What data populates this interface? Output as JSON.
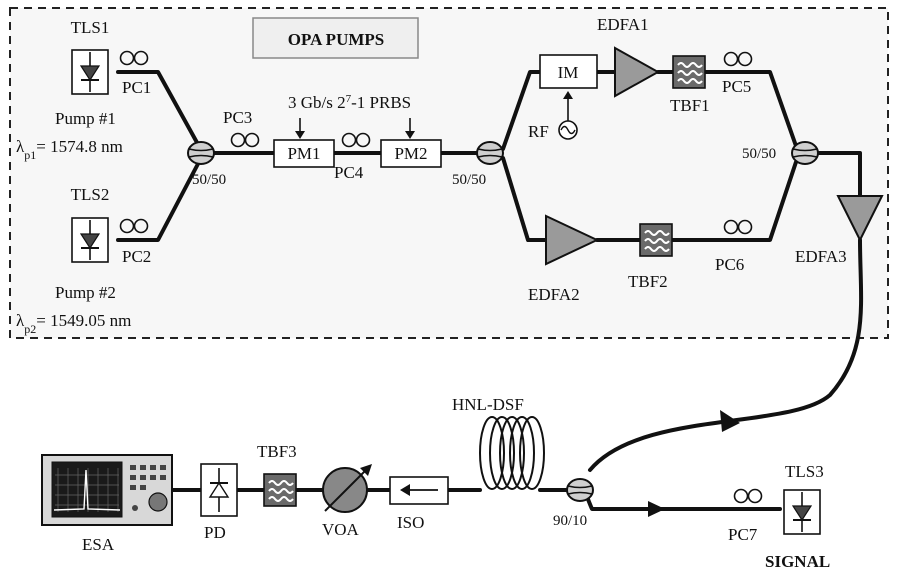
{
  "title": "OPA PUMPS",
  "sources": {
    "tls1": "TLS1",
    "tls2": "TLS2",
    "tls3": "TLS3",
    "pump1": "Pump #1",
    "pump2": "Pump #2",
    "lambda1_sym": "λ",
    "lambda1_sub": "p1",
    "lambda1_val": "= 1574.8 nm",
    "lambda2_sym": "λ",
    "lambda2_sub": "p2",
    "lambda2_val": "= 1549.05 nm",
    "signal": "SIGNAL"
  },
  "pol_controllers": {
    "pc1": "PC1",
    "pc2": "PC2",
    "pc3": "PC3",
    "pc4": "PC4",
    "pc5": "PC5",
    "pc6": "PC6",
    "pc7": "PC7"
  },
  "modulators": {
    "pm1": "PM1",
    "pm2": "PM2",
    "im": "IM",
    "rf": "RF",
    "prbs_a": "3 Gb/s 2",
    "prbs_sup": "7",
    "prbs_b": "-1 PRBS"
  },
  "couplers": {
    "c1": "50/50",
    "c2": "50/50",
    "c3": "50/50",
    "c4": "90/10"
  },
  "amplifiers": {
    "edfa1": "EDFA1",
    "edfa2": "EDFA2",
    "edfa3": "EDFA3"
  },
  "filters": {
    "tbf1": "TBF1",
    "tbf2": "TBF2",
    "tbf3": "TBF3"
  },
  "receiver": {
    "fiber": "HNL-DSF",
    "iso": "ISO",
    "voa": "VOA",
    "pd": "PD",
    "esa": "ESA"
  }
}
